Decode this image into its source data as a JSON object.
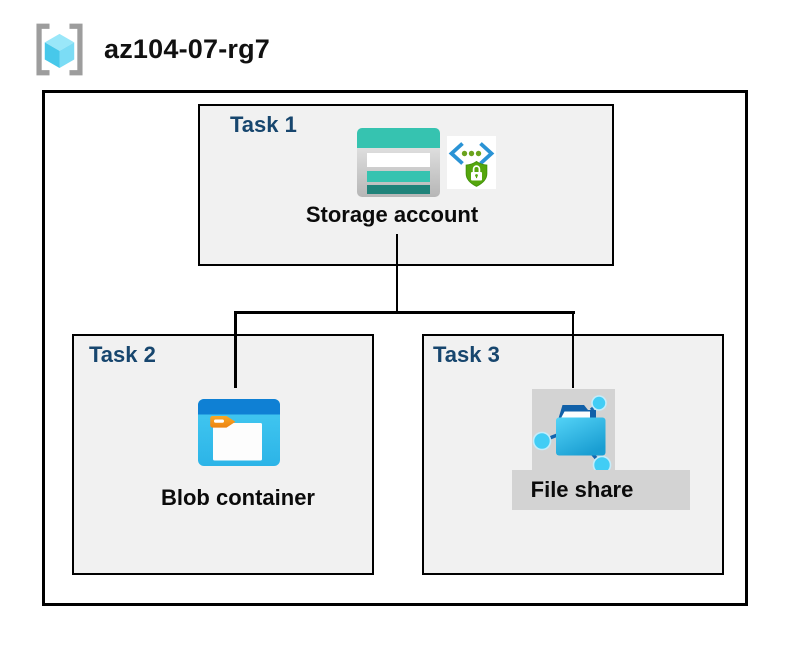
{
  "header": {
    "icon": "resource-group",
    "title": "az104-07-rg7"
  },
  "tasks": [
    {
      "label": "Task 1",
      "item": "Storage account",
      "icons": [
        "storage-account-icon",
        "shared-access-signature-shield-icon"
      ]
    },
    {
      "label": "Task 2",
      "item": "Blob container",
      "icons": [
        "blob-container-icon"
      ]
    },
    {
      "label": "Task 3",
      "item": "File share",
      "icons": [
        "file-share-icon"
      ]
    }
  ],
  "connections": [
    {
      "from": "Storage account",
      "to": "Blob container"
    },
    {
      "from": "Storage account",
      "to": "File share"
    }
  ],
  "colors": {
    "task_label": "#17466e",
    "box_fill": "#f1f1f1",
    "outline": "#000000",
    "backdrop_gray": "#d3d3d3",
    "storage_teal": "#36c3b0",
    "storage_teal_dark": "#20837a",
    "blob_header_blue": "#0f80d4",
    "blob_body_cyan": "#3ac2ee",
    "folder_tab_orange": "#f6941c",
    "fileshare_navy": "#1160a8",
    "fileshare_cyan": "#2fb9e8",
    "node_cyan": "#41cdf5",
    "sas_bracket_blue": "#2a93d5",
    "sas_shield_green": "#55a60d",
    "rg_bracket_gray": "#9d9d9d",
    "rg_cube_top": "#9ae7f9",
    "rg_cube_left": "#47c8ea",
    "rg_cube_right": "#7bdcf5"
  }
}
